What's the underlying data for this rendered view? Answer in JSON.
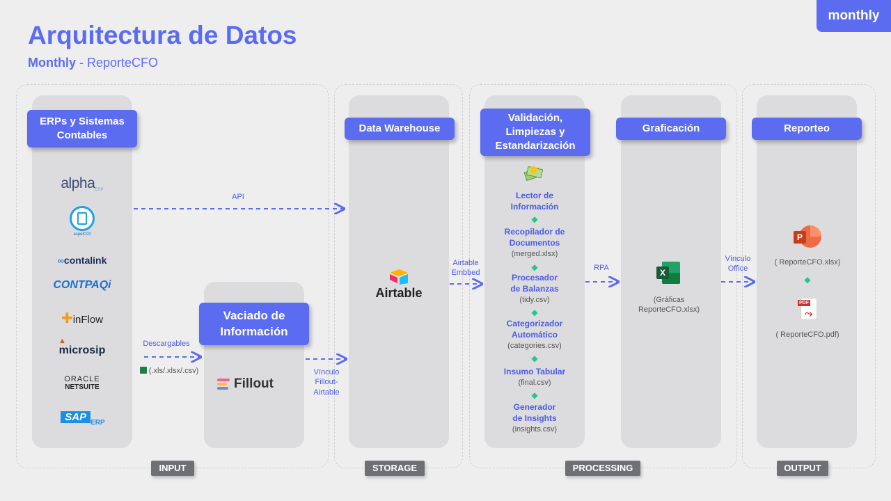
{
  "badge": "monthly",
  "title": "Arquitectura de Datos",
  "subtitle": {
    "bold": "Monthly",
    "rest": " - ReporteCFO"
  },
  "sections": {
    "input": "INPUT",
    "storage": "STORAGE",
    "processing": "PROCESSING",
    "output": "OUTPUT"
  },
  "headers": {
    "erps": "ERPs y Sistemas Contables",
    "vaciado": "Vaciado de Información",
    "warehouse": "Data Warehouse",
    "validacion": "Validación, Limpiezas y Estandarización",
    "graficacion": "Graficación",
    "reporteo": "Reporteo"
  },
  "erp_logos": {
    "alpha": "alpha",
    "alpha_sub": "ERP",
    "aspel": "aspelCOI",
    "contalink": "contalink",
    "contpaqi": "CONTPAQi",
    "inflow": "inFlow",
    "microsip": "microsip",
    "oracle_1": "ORACLE",
    "oracle_2": "NETSUITE",
    "sap": "SAP",
    "sap_sub": "ERP"
  },
  "tools": {
    "fillout": "Fillout",
    "airtable": "Airtable"
  },
  "connections": {
    "api": "API",
    "descargables": "Descargables",
    "formats": "(.xls/.xlsx/.csv)",
    "vinculo_fillout": "Vínculo Fillout-Airtable",
    "airtable_embbed": "Airtable Embbed",
    "rpa": "RPA",
    "vinculo_office": "Vínculo Office"
  },
  "steps": [
    {
      "name": "Lector de Información",
      "file": ""
    },
    {
      "name": "Recopilador de Documentos",
      "file": "(merged.xlsx)"
    },
    {
      "name": "Procesador de Balanzas",
      "file": "(tidy.csv)"
    },
    {
      "name": "Categorizador Automático",
      "file": "(categories.csv)"
    },
    {
      "name": "Insumo Tabular",
      "file": "(final.csv)"
    },
    {
      "name": "Generador de Insights",
      "file": "(insights.csv)"
    }
  ],
  "graficacion_file": "(Gráficas ReporteCFO.xlsx)",
  "outputs": {
    "pptx": "( ReporteCFO.xlsx)",
    "pdf": "( ReporteCFO.pdf)",
    "pdf_tag": "PDF",
    "ppt_letter": "P",
    "xl_letter": "X"
  },
  "colors": {
    "accent": "#5b6cf0",
    "check": "#27c68a",
    "footer": "#6f7073"
  }
}
